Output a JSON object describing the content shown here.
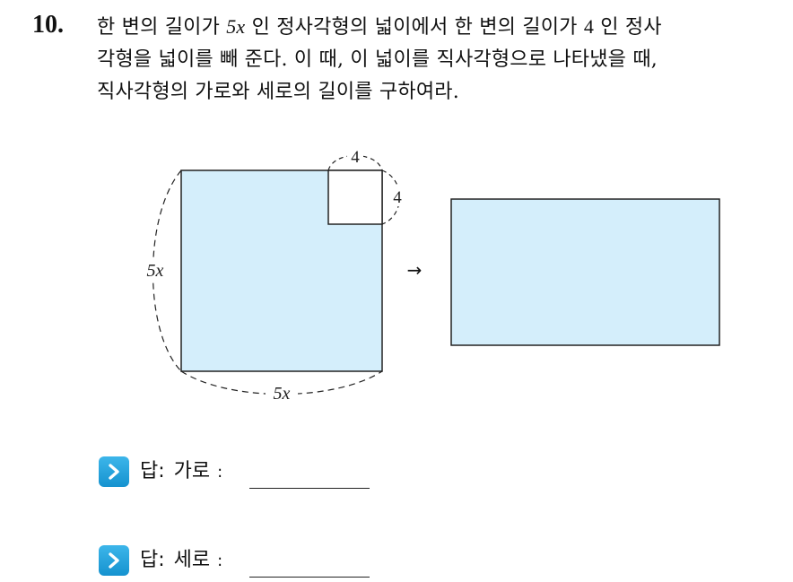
{
  "problem": {
    "number": "10.",
    "lines": [
      [
        {
          "t": "한 변의 길이가 ",
          "m": false
        },
        {
          "t": "5x",
          "m": true
        },
        {
          "t": " 인 정사각형의 넓이에서 한 변의 길이가 ",
          "m": false
        },
        {
          "t": "4",
          "m": "num"
        },
        {
          "t": " 인 정사",
          "m": false
        }
      ],
      [
        {
          "t": "각형을 넓이를 빼 준다. 이 때, 이 넓이를 직사각형으로 나타냈을 때,",
          "m": false
        }
      ],
      [
        {
          "t": "직사각형의 가로와 세로의 길이를 구하여라.",
          "m": false
        }
      ]
    ]
  },
  "figure": {
    "big_square_side_label": "5x",
    "big_square_bottom_label": "5x",
    "small_square_top_label": "4",
    "small_square_right_label": "4",
    "arrow_symbol": "→",
    "fill_color": "#d4eefb",
    "stroke_color": "#222222"
  },
  "answers": [
    {
      "label": "답",
      "sub": "가로",
      "colon": ":"
    },
    {
      "label": "답",
      "sub": "세로",
      "colon": ":"
    }
  ],
  "icon_name": "chevron-right-icon"
}
